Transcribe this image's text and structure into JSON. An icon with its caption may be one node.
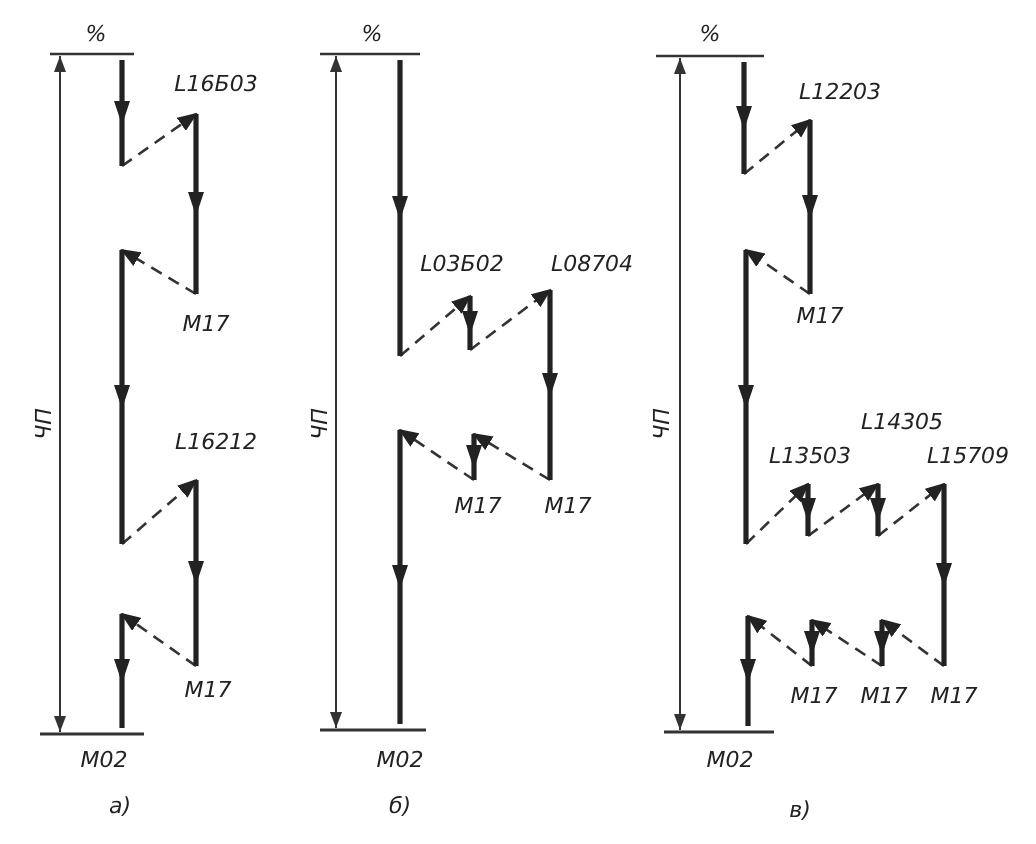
{
  "diagram": {
    "nodes": [
      {
        "text": [],
        "shape": "bar"
      },
      {
        "text": [
          "L16Б03",
          "M17"
        ]
      },
      {
        "text": [],
        "shape": "bar"
      },
      {
        "text": [
          "L16212",
          "M17"
        ]
      },
      {
        "text": [],
        "shape": "bar"
      },
      {
        "text": [],
        "shape": "bar"
      },
      {
        "text": [
          "L03Б02"
        ]
      },
      {
        "text": [
          "L08704",
          "M17"
        ]
      },
      {
        "text": [
          "M17"
        ]
      },
      {
        "text": [],
        "shape": "bar"
      },
      {
        "text": [],
        "shape": "bar"
      },
      {
        "text": [
          "L12203",
          "M17"
        ]
      },
      {
        "text": [],
        "shape": "bar"
      },
      {
        "text": [
          "L13503"
        ]
      },
      {
        "text": [
          "L14305"
        ]
      },
      {
        "text": [
          "L15709",
          "M17"
        ]
      },
      {
        "text": [
          "M17"
        ]
      },
      {
        "text": [
          "M17"
        ]
      },
      {
        "text": [],
        "shape": "bar"
      }
    ],
    "edges": [
      {
        "from": 0,
        "to": 1,
        "arrow": "to",
        "style": "dashed"
      },
      {
        "from": 1,
        "to": 2,
        "arrow": "to",
        "style": "dashed"
      },
      {
        "from": 2,
        "to": 3,
        "arrow": "to",
        "style": "dashed"
      },
      {
        "from": 3,
        "to": 4,
        "arrow": "to",
        "style": "dashed"
      },
      {
        "from": 5,
        "to": 6,
        "arrow": "to",
        "style": "dashed"
      },
      {
        "from": 6,
        "to": 7,
        "arrow": "to",
        "style": "dashed"
      },
      {
        "from": 7,
        "to": 8,
        "arrow": "to",
        "style": "dashed"
      },
      {
        "from": 8,
        "to": 9,
        "arrow": "to",
        "style": "dashed"
      },
      {
        "from": 10,
        "to": 11,
        "arrow": "to",
        "style": "dashed"
      },
      {
        "from": 11,
        "to": 12,
        "arrow": "to",
        "style": "dashed"
      },
      {
        "from": 12,
        "to": 13,
        "arrow": "to",
        "style": "dashed"
      },
      {
        "from": 13,
        "to": 14,
        "arrow": "to",
        "style": "dashed"
      },
      {
        "from": 14,
        "to": 15,
        "arrow": "to",
        "style": "dashed"
      },
      {
        "from": 15,
        "to": 16,
        "arrow": "to",
        "style": "dashed"
      },
      {
        "from": 16,
        "to": 17,
        "arrow": "to",
        "style": "dashed"
      },
      {
        "from": 17,
        "to": 18,
        "arrow": "to",
        "style": "dashed"
      }
    ],
    "labels": [
      "%",
      "ЧП",
      "M02",
      "а)",
      "%",
      "ЧП",
      "M02",
      "б)",
      "%",
      "ЧП",
      "M02",
      "в)"
    ]
  }
}
